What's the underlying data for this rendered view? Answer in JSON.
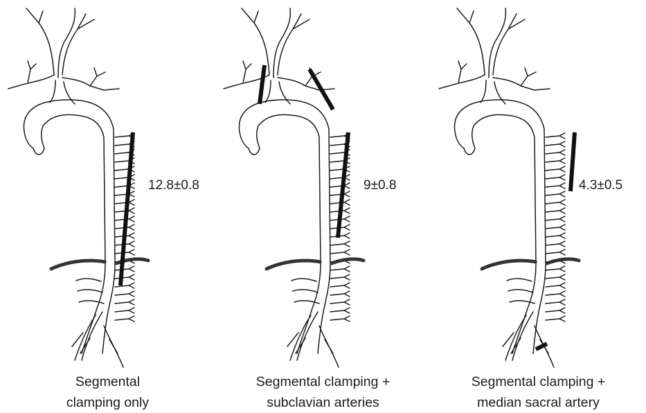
{
  "panels": [
    {
      "value": "12.8±0.8",
      "caption_line1": "Segmental",
      "caption_line2": "clamping only"
    },
    {
      "value": "9±0.8",
      "caption_line1": "Segmental clamping +",
      "caption_line2": "subclavian arteries"
    },
    {
      "value": "4.3±0.5",
      "caption_line1": "Segmental clamping +",
      "caption_line2": "median sacral artery"
    }
  ]
}
